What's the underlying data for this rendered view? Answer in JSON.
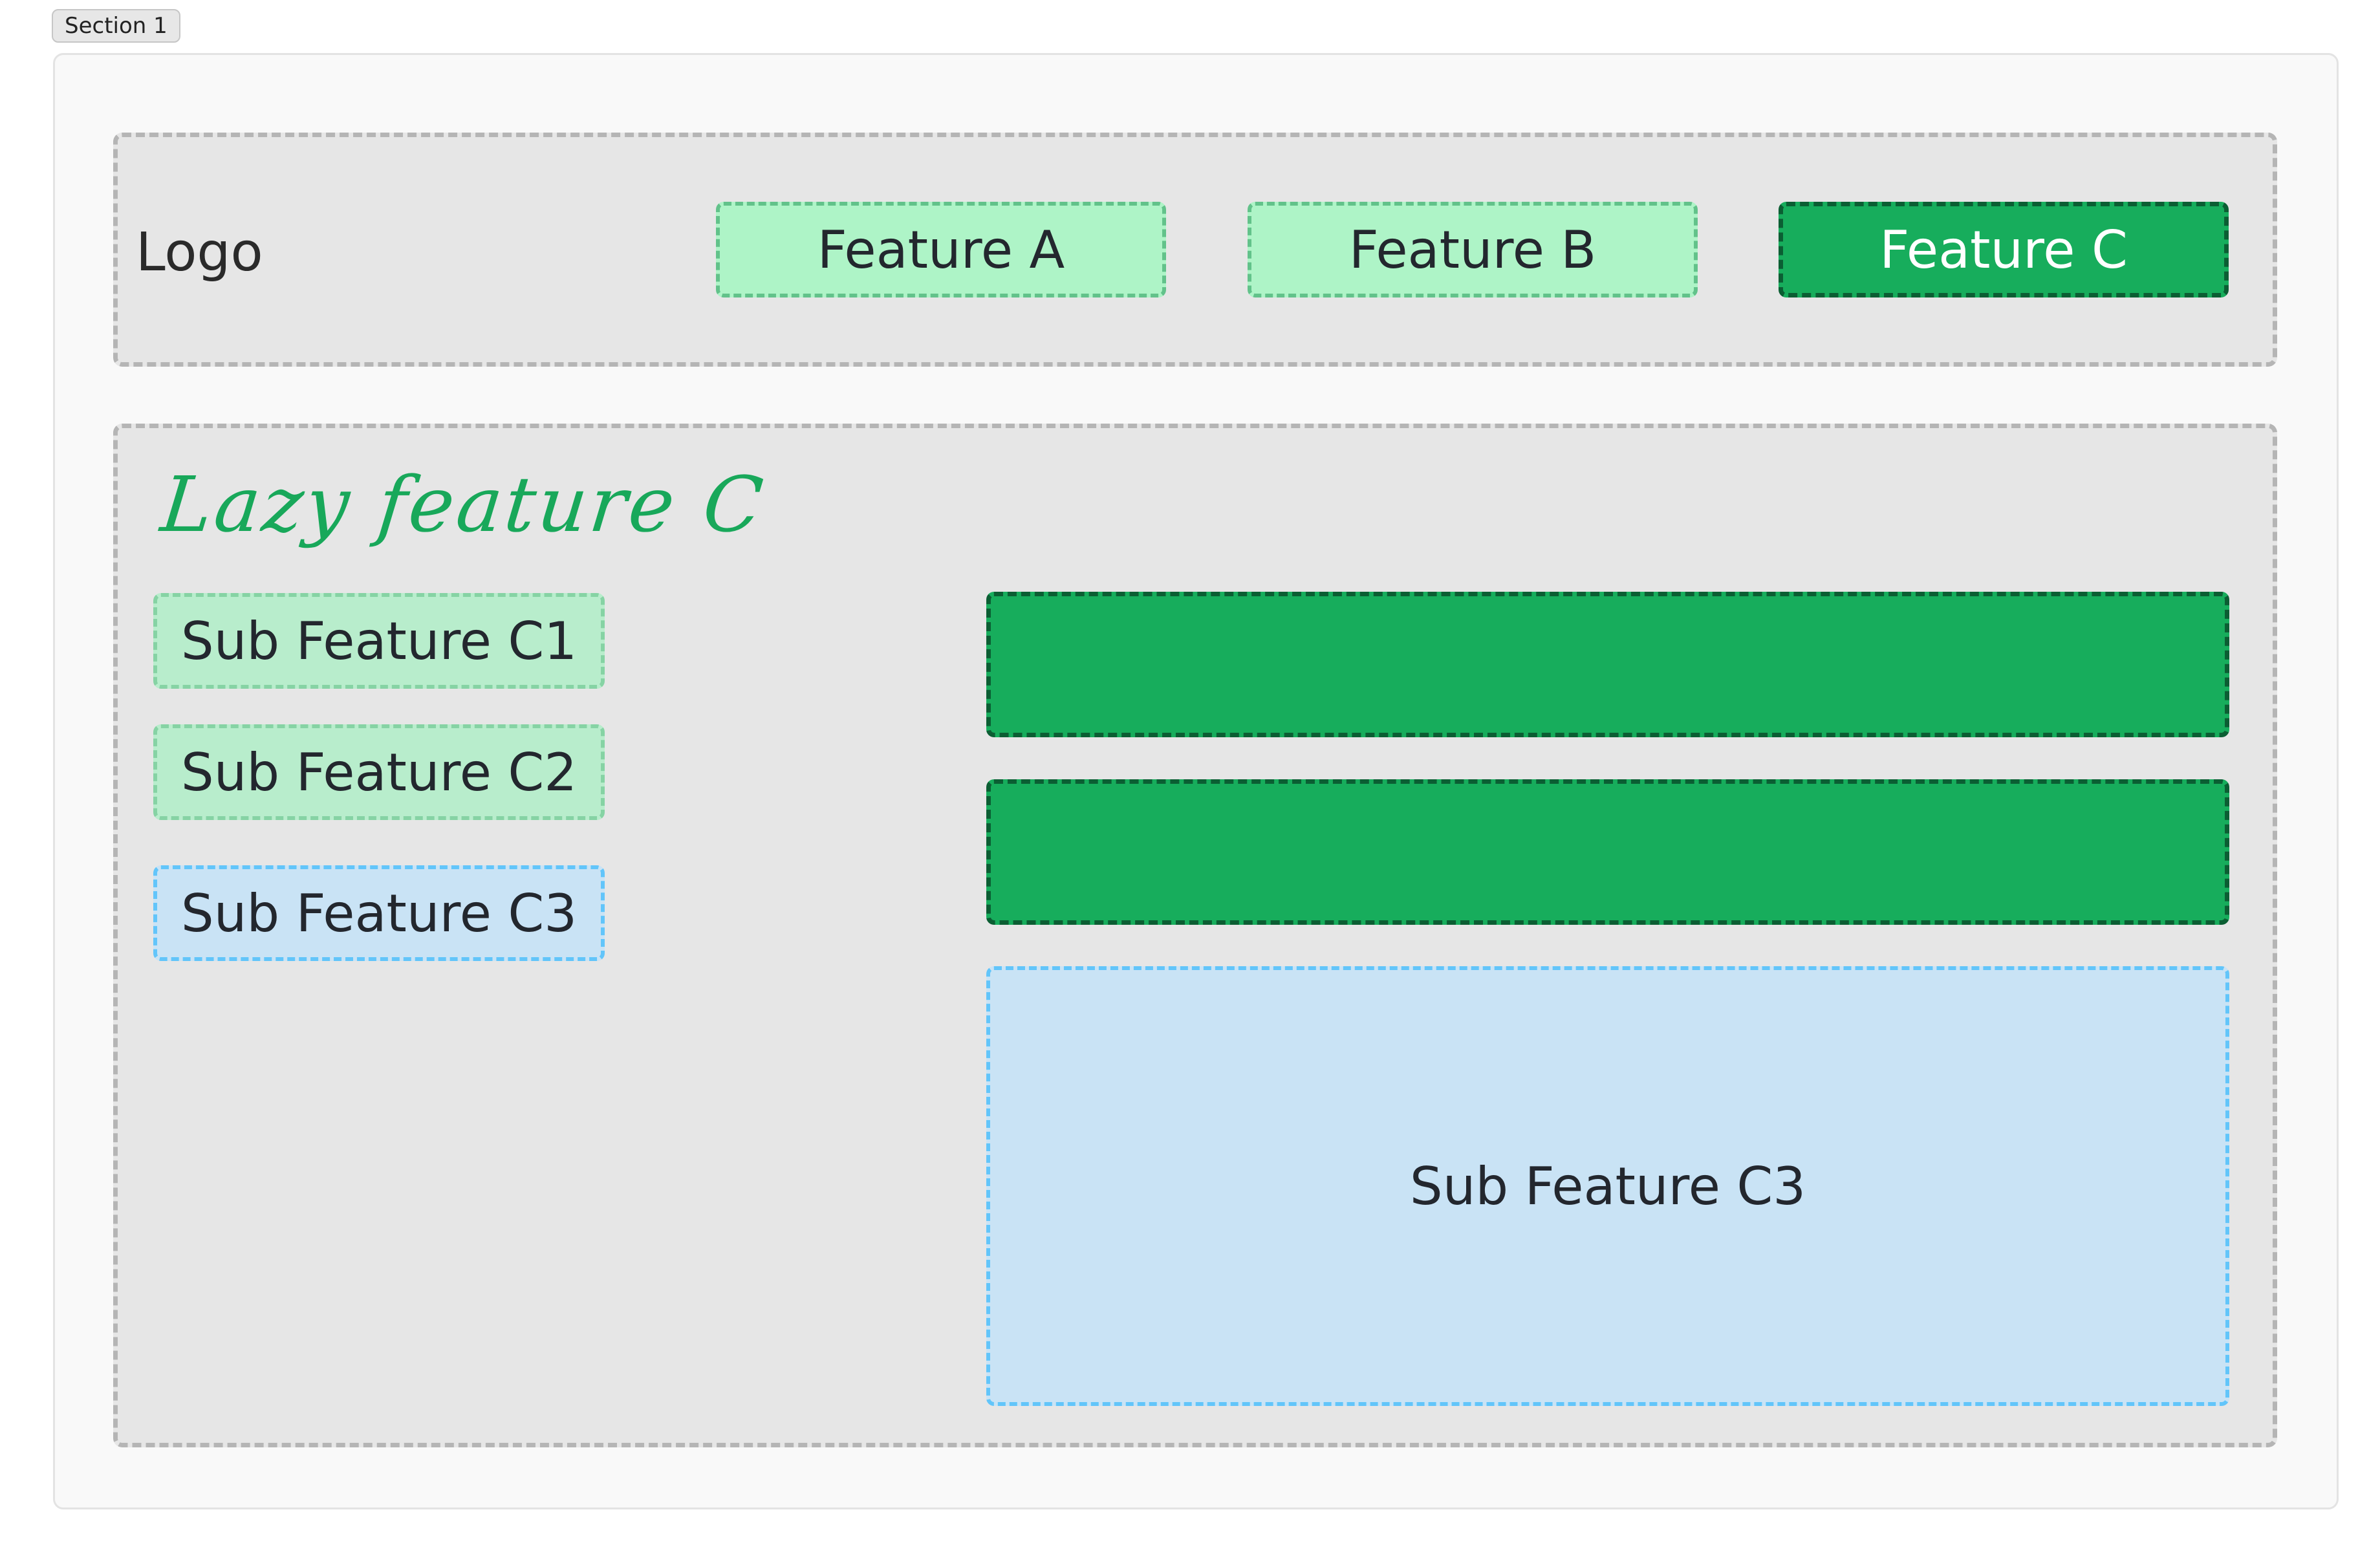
{
  "section": {
    "label": "Section 1"
  },
  "header": {
    "logo": "Logo",
    "features": [
      {
        "label": "Feature A",
        "state": "inactive"
      },
      {
        "label": "Feature B",
        "state": "inactive"
      },
      {
        "label": "Feature C",
        "state": "active"
      }
    ]
  },
  "content": {
    "title": "Lazy feature C",
    "sub_features": [
      {
        "label": "Sub Feature C1"
      },
      {
        "label": "Sub Feature C2"
      },
      {
        "label": "Sub Feature C3"
      }
    ],
    "panels": [
      {
        "label": ""
      },
      {
        "label": ""
      },
      {
        "label": "Sub Feature C3"
      }
    ]
  },
  "colors": {
    "light_green_fill": "#aef4c7",
    "light_green_border": "#62c28a",
    "dark_green_fill": "#17ad5c",
    "dark_green_border": "#0b5e33",
    "light_blue_fill": "#c9e3f5",
    "light_blue_border": "#62c5fa",
    "container_fill": "#e6e6e6",
    "container_border": "#b5b5b5",
    "title_green": "#18a85a"
  }
}
